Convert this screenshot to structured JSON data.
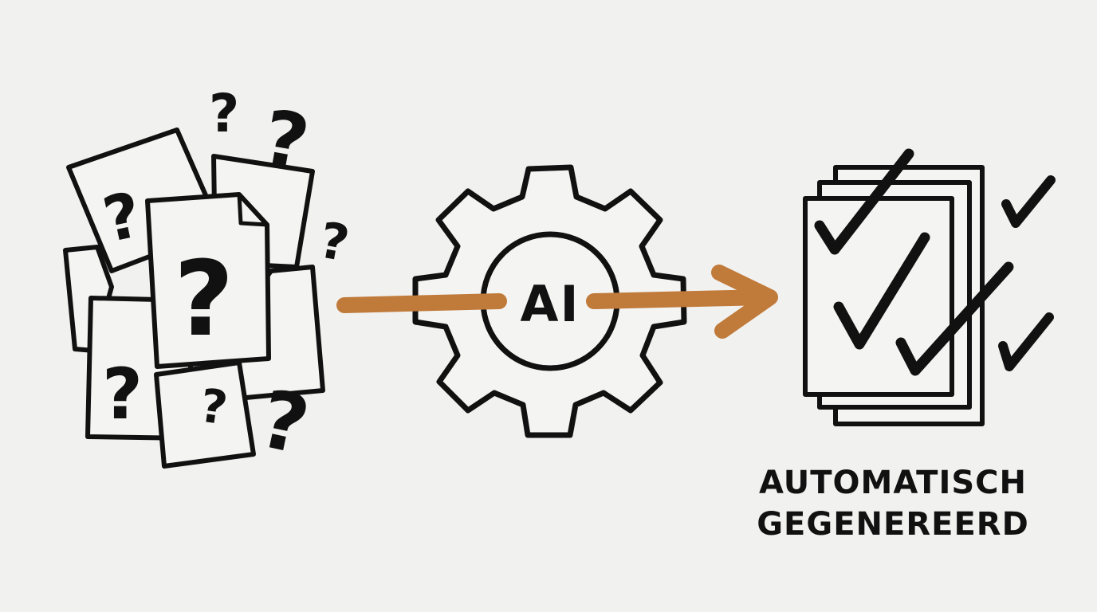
{
  "diagram": {
    "background_color": "#f1f1ef",
    "ink_color": "#111111",
    "arrow_color": "#c07a3a",
    "nodes": [
      {
        "id": "unclear-documents",
        "icon": "question-documents-icon",
        "description": "pile of papers with question marks"
      },
      {
        "id": "ai-engine",
        "icon": "gear-icon",
        "label": "AI"
      },
      {
        "id": "generated-documents",
        "icon": "checked-documents-icon",
        "description": "stack of papers with check marks"
      }
    ],
    "edges": [
      {
        "from": "unclear-documents",
        "to": "ai-engine",
        "style": "orange-line"
      },
      {
        "from": "ai-engine",
        "to": "generated-documents",
        "style": "orange-arrow"
      }
    ],
    "gear_label": "AI",
    "caption_line1": "AUTOMATISCH",
    "caption_line2": "GEGENEREERD",
    "question_mark": "?"
  }
}
